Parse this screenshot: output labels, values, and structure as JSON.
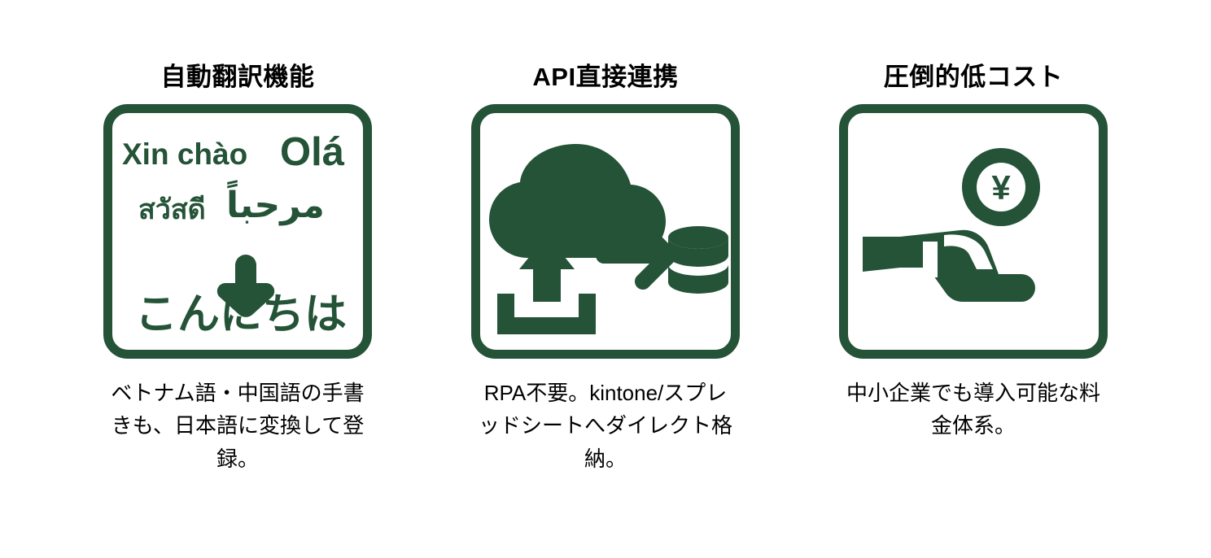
{
  "theme": {
    "accent_green": "#245337",
    "title_color": "#000000",
    "caption_color": "#000000",
    "background": "#ffffff"
  },
  "features": [
    {
      "id": "auto-translation",
      "title": "自動翻訳機能",
      "icon_name": "multilingual-translation-icon",
      "icon_texts": {
        "vietnamese": "Xin chào",
        "portuguese": "Olá",
        "thai": "สวัสดี",
        "arabic": "مرحباً",
        "japanese": "こんにちは",
        "arrow": "down-arrow-icon"
      },
      "caption": "ベトナム語・中国語の手書きも、日本語に変換して登録。"
    },
    {
      "id": "api-direct-integration",
      "title": "API直接連携",
      "icon_name": "cloud-upload-database-icon",
      "icon_parts": [
        "cloud-icon",
        "upload-arrow-icon",
        "upload-tray-icon",
        "right-arrow-icon",
        "database-icon"
      ],
      "caption": "RPA不要。kintone/スプレッドシートへダイレクト格納。"
    },
    {
      "id": "low-cost",
      "title": "圧倒的低コスト",
      "icon_name": "hand-with-yen-coin-icon",
      "icon_parts": [
        "yen-coin-icon",
        "hand-icon"
      ],
      "icon_texts": {
        "currency_symbol": "¥"
      },
      "caption": "中小企業でも導入可能な料金体系。"
    }
  ]
}
